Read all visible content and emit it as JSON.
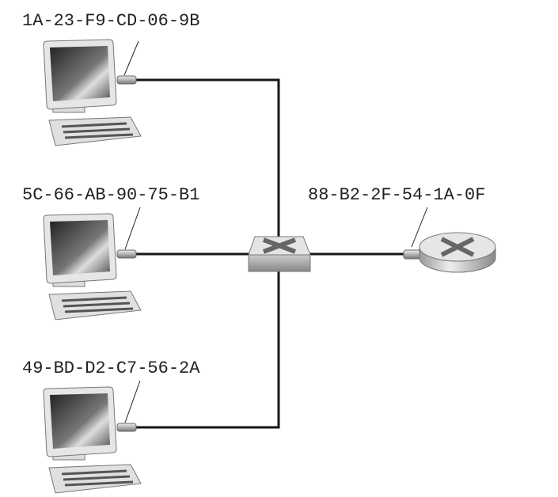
{
  "hosts": [
    {
      "mac": "1A-23-F9-CD-06-9B"
    },
    {
      "mac": "5C-66-AB-90-75-B1"
    },
    {
      "mac": "49-BD-D2-C7-56-2A"
    }
  ],
  "router": {
    "mac": "88-B2-2F-54-1A-0F"
  },
  "colors": {
    "wire": "#1a1414",
    "device": "#d8d8d8"
  }
}
